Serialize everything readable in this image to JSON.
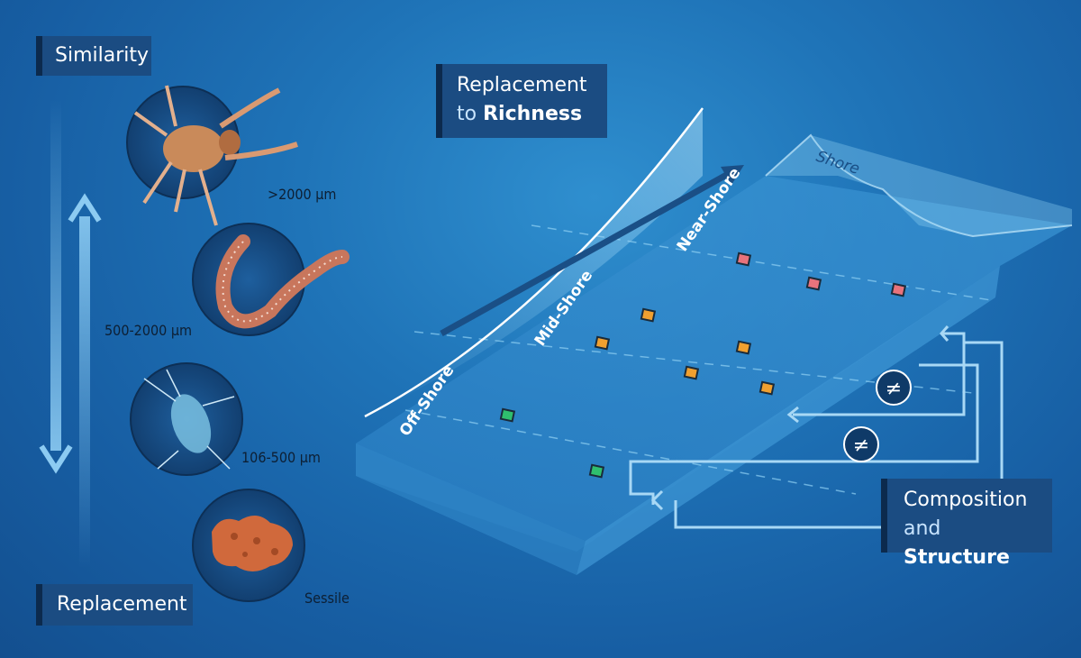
{
  "left_axis": {
    "top_label": "Similarity",
    "bottom_label": "Replacement"
  },
  "size_classes": [
    {
      "organism": "crab",
      "label": ">2000 µm"
    },
    {
      "organism": "worm",
      "label": "500-2000 µm"
    },
    {
      "organism": "copepod",
      "label": "106-500 µm"
    },
    {
      "organism": "sponge",
      "label": "Sessile"
    }
  ],
  "gradient_box": {
    "line1": "Replacement",
    "word2": "to",
    "word3": "Richness"
  },
  "composition_box": {
    "line1": "Composition",
    "word2": "and",
    "word3": "Structure"
  },
  "zones": {
    "shore": "Shore",
    "near": "Near-Shore",
    "mid": "Mid-Shore",
    "off": "Off-Shore"
  },
  "not_equal_symbol": "≠",
  "colors": {
    "near_shore_marker": "#e8737c",
    "mid_shore_marker": "#f0a030",
    "off_shore_marker": "#2fbf6e",
    "label_box": "#1b4c82",
    "arrow": "#a8d8f5"
  }
}
